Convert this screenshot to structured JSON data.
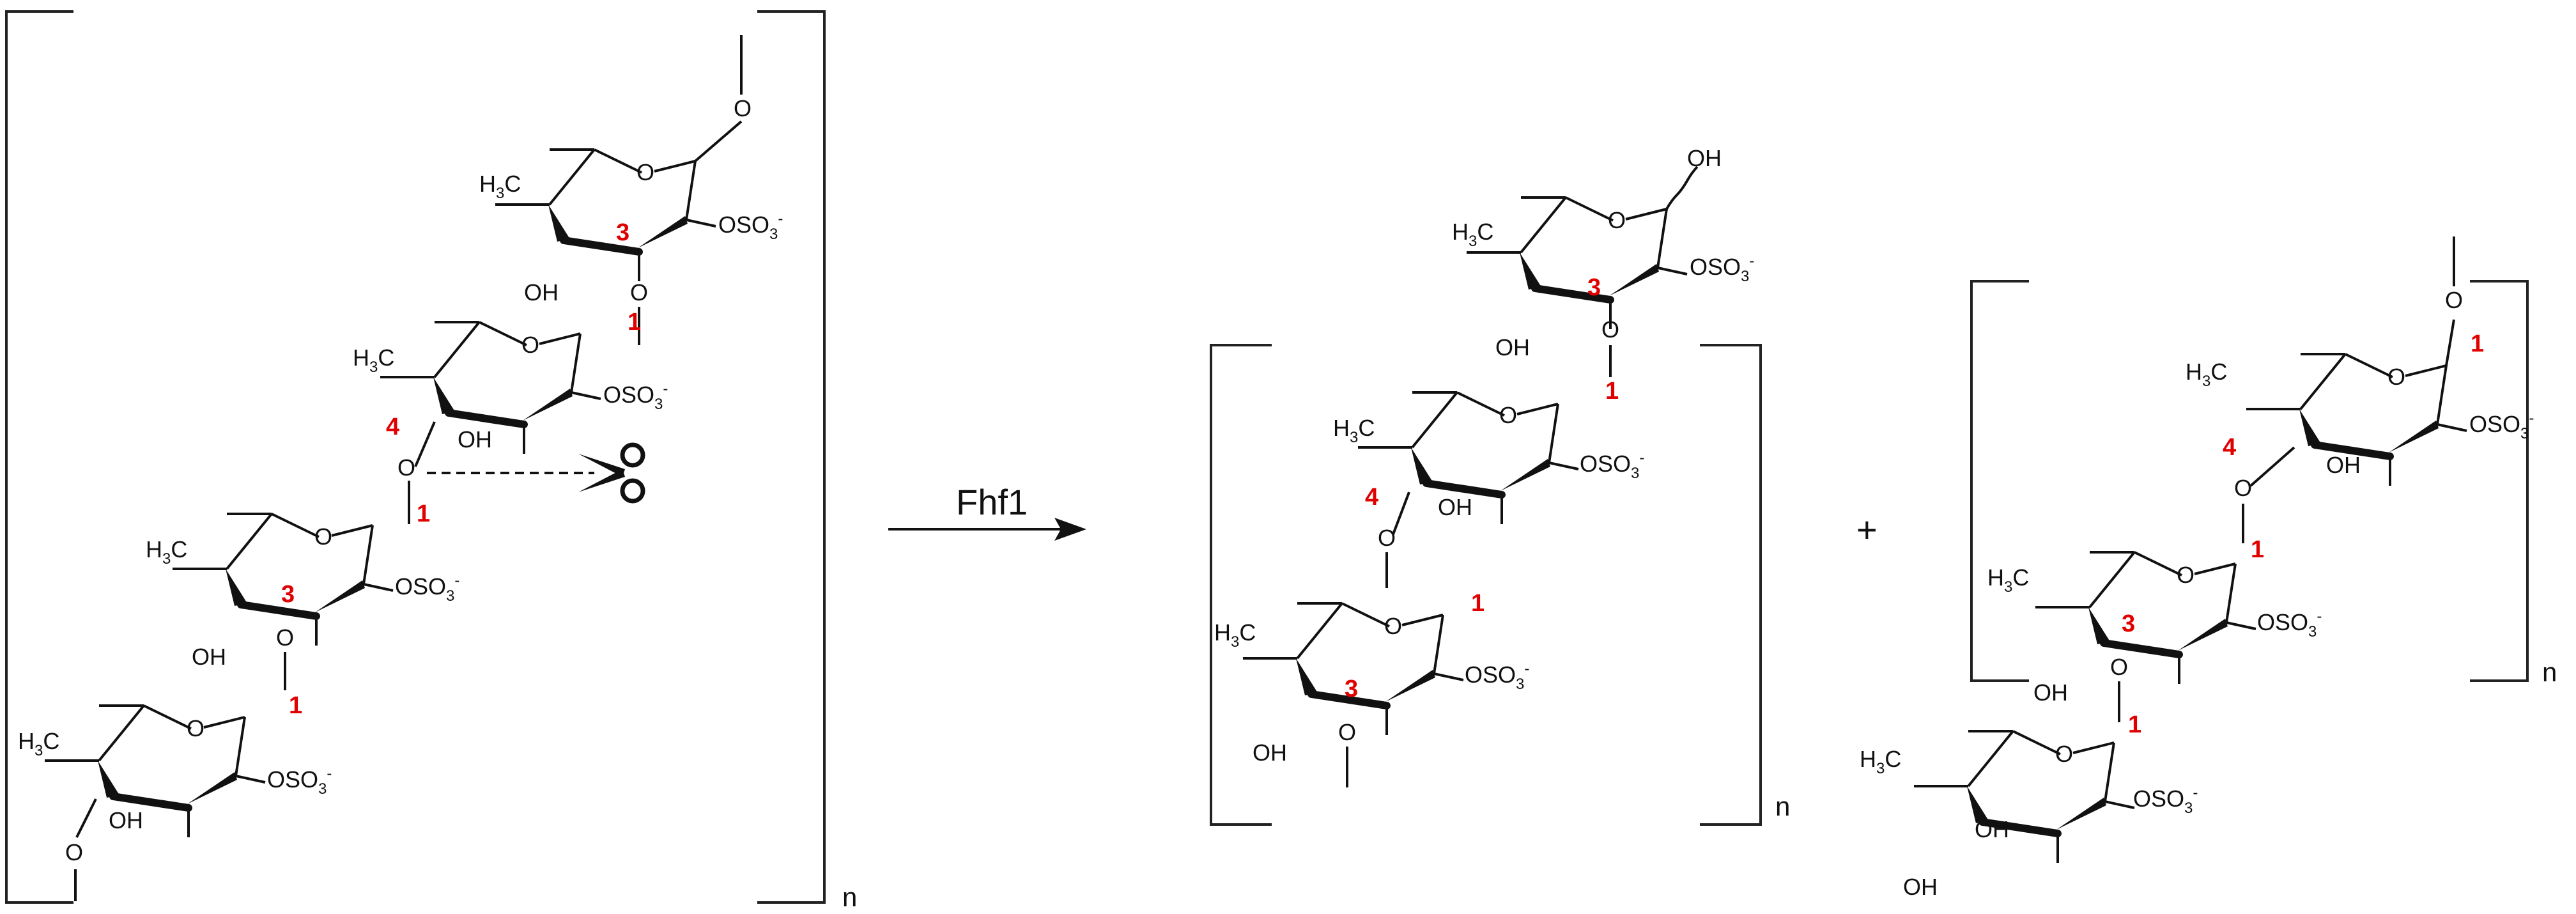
{
  "labels": {
    "oh": "OH",
    "o": "O",
    "h3c_h": "H",
    "h3c_3": "3",
    "h3c_c": "C",
    "oso3_pre": "OSO",
    "oso3_3": "3",
    "oso3_minus": "-"
  },
  "reaction": {
    "enzyme": "Fhf1",
    "plus": "+",
    "repeat": "n"
  },
  "positions": {
    "p1": "1",
    "p3": "3",
    "p4": "4"
  },
  "colors": {
    "bond": "#111111",
    "position_label": "#e00000"
  },
  "icons": {
    "cleavage": "scissors-icon"
  }
}
